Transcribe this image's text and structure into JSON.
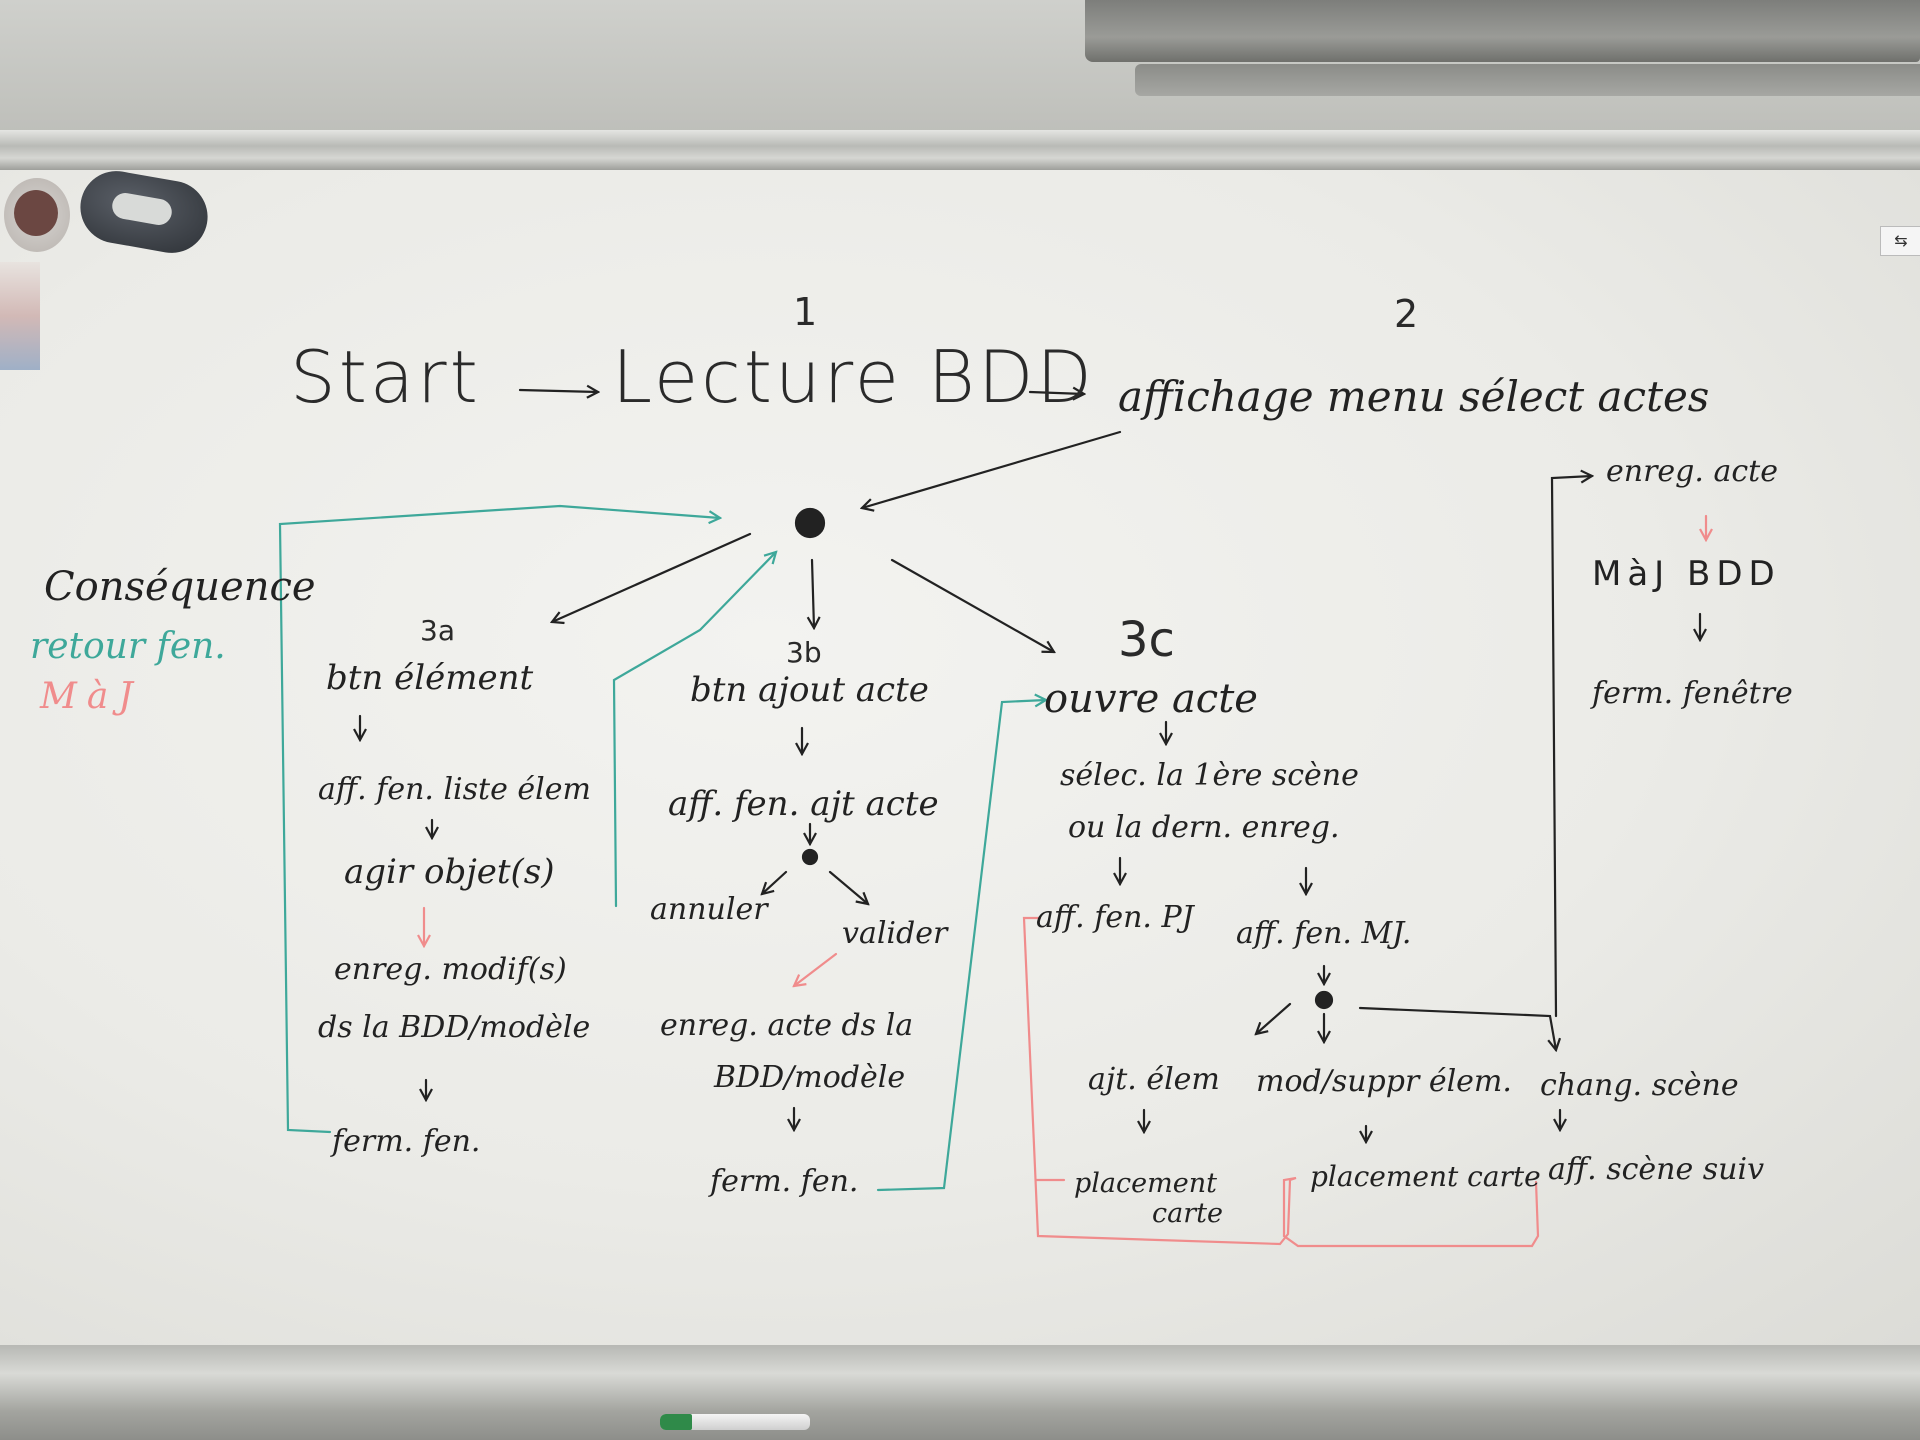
{
  "diagram": {
    "top_row": {
      "start": "Start",
      "arrow1": "->",
      "lecture": "Lecture BDD",
      "arrow2": "->",
      "affichage": "affichage menu sélect actes",
      "num1": "1",
      "num2": "2"
    },
    "legend": {
      "consequence": "Conséquence",
      "retour": "retour fen.",
      "maj": "MàJ"
    },
    "branch_a": {
      "num": "3a",
      "title": "btn élément",
      "step1": "aff. fen. liste élem",
      "step2": "agir objet(s)",
      "step3a": "enreg. modif(s)",
      "step3b": "ds la BDD/modèle",
      "step4": "ferm. fen."
    },
    "branch_b": {
      "num": "3b",
      "title": "btn ajout acte",
      "step1": "aff. fen. ajt acte",
      "cancel": "annuler",
      "validate": "valider",
      "step2a": "enreg. acte ds la",
      "step2b": "BDD/modèle",
      "step3": "ferm. fen."
    },
    "branch_c": {
      "num": "3c",
      "title": "ouvre acte",
      "step1a": "sélec. la 1ère scène",
      "step1b": "ou la dern. enreg.",
      "pj": "aff. fen. PJ",
      "mj": "aff. fen. MJ.",
      "add": "ajt. élem",
      "modify": "mod/suppr élem.",
      "change": "chang. scène",
      "place1a": "placement",
      "place1b": "carte",
      "place2": "placement carte",
      "next_scene": "aff. scène suiv"
    },
    "branch_d": {
      "save": "enreg. acte",
      "update": "MàJ BDD",
      "close": "ferm. fenêtre"
    },
    "colors": {
      "ink": "#222222",
      "teal": "#3ea89a",
      "pink": "#f08c8c",
      "board": "#efefeb"
    }
  }
}
